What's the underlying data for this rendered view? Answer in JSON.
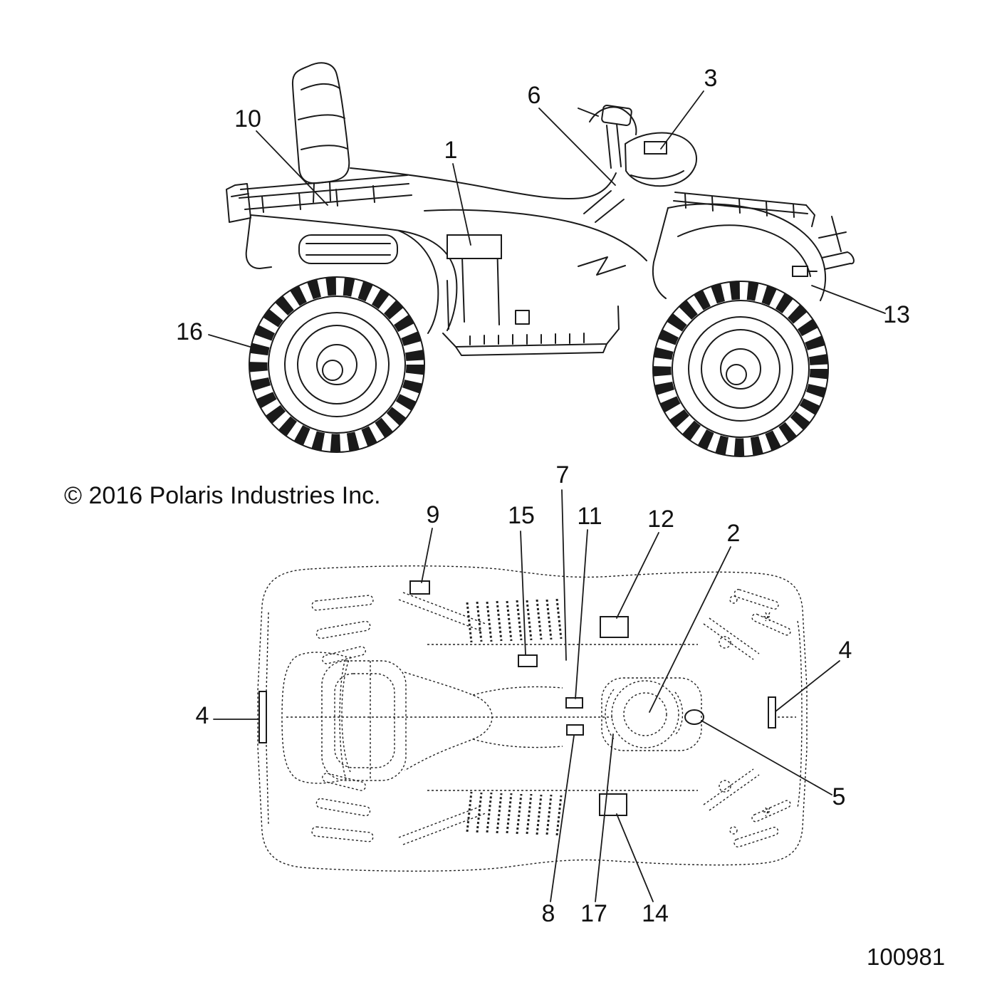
{
  "footer": {
    "copyright": "© 2016 Polaris Industries Inc.",
    "drawing_number": "100981"
  },
  "callouts": {
    "side": [
      {
        "label": "1"
      },
      {
        "label": "3"
      },
      {
        "label": "6"
      },
      {
        "label": "10"
      },
      {
        "label": "13"
      },
      {
        "label": "16"
      }
    ],
    "top": [
      {
        "label": "2"
      },
      {
        "label": "4"
      },
      {
        "label": "4"
      },
      {
        "label": "5"
      },
      {
        "label": "7"
      },
      {
        "label": "8"
      },
      {
        "label": "9"
      },
      {
        "label": "11"
      },
      {
        "label": "12"
      },
      {
        "label": "14"
      },
      {
        "label": "15"
      },
      {
        "label": "17"
      }
    ]
  },
  "colors": {
    "ink": "#1a1a1a",
    "background": "#ffffff"
  }
}
